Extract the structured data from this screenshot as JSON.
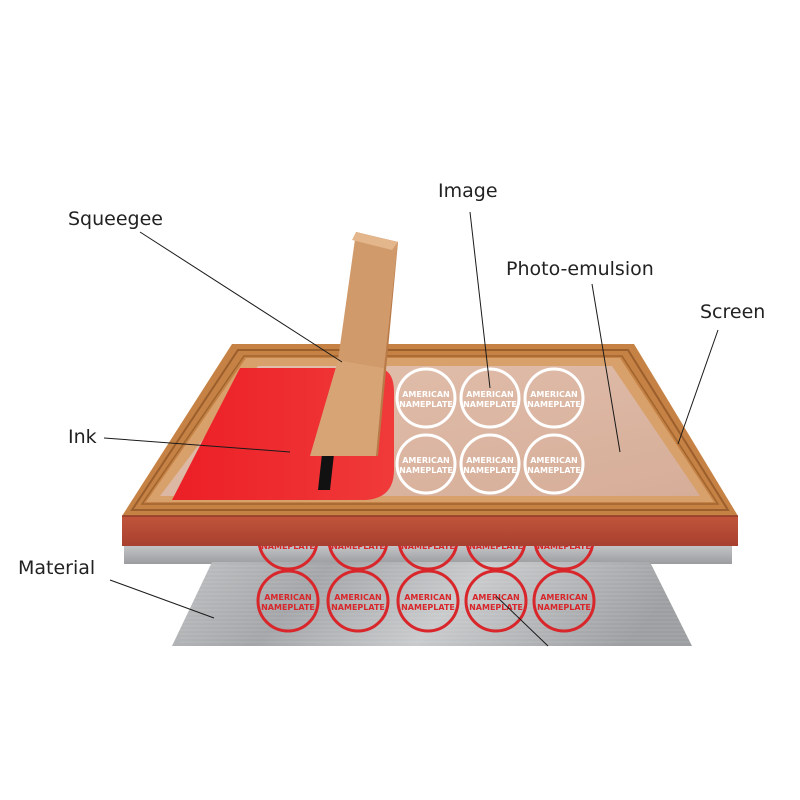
{
  "labels": {
    "squeegee": "Squeegee",
    "image": "Image",
    "photo_emulsion": "Photo-emulsion",
    "screen": "Screen",
    "ink": "Ink",
    "material": "Material"
  },
  "seal": {
    "line1": "AMERICAN",
    "line2": "NAMEPLATE"
  },
  "grid": {
    "screen_rows": 2,
    "screen_cols": 3,
    "material_rows": 2,
    "material_cols": 5
  },
  "colors": {
    "frame_outer": "#c98a4c",
    "frame_front": "#b84a36",
    "emulsion": "#dcb39e",
    "ink": "#ee2124",
    "squeegee_face": "#d49a6a",
    "squeegee_side": "#b97c4c",
    "material_metal": "#a9abad",
    "print_red": "#d8262a",
    "screen_seal": "#ffffff"
  }
}
